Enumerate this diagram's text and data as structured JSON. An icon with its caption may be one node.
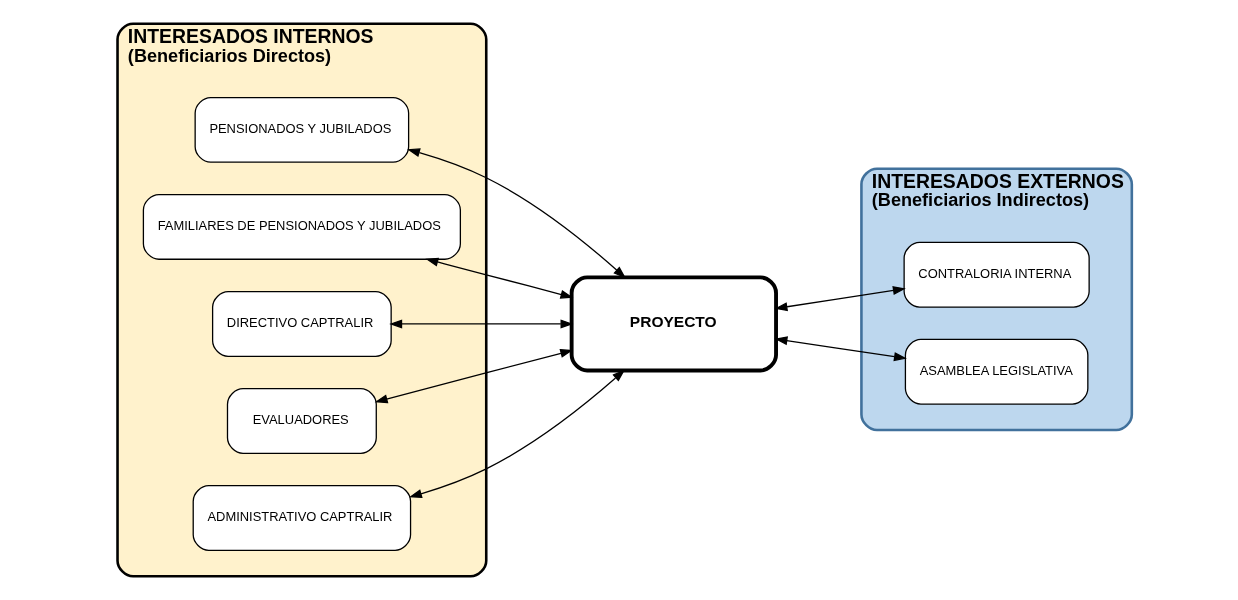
{
  "diagram": {
    "nodes": [
      {
        "text": [
          "INTERESADOS INTERNOS",
          "(Beneficiarios Directos)"
        ]
      },
      {
        "text": [
          "PENSIONADOS Y JUBILADOS"
        ],
        "in": 0
      },
      {
        "text": [
          "FAMILIARES DE PENSIONADOS Y JUBILADOS"
        ],
        "in": 0
      },
      {
        "text": [
          "DIRECTIVO CAPTRALIR"
        ],
        "in": 0
      },
      {
        "text": [
          "EVALUADORES"
        ],
        "in": 0
      },
      {
        "text": [
          "ADMINISTRATIVO CAPTRALIR"
        ],
        "in": 0
      },
      {
        "text": [
          "INTERESADOS EXTERNOS",
          "(Beneficiarios Indirectos)"
        ]
      },
      {
        "text": [
          "CONTRALORIA INTERNA"
        ],
        "in": 6
      },
      {
        "text": [
          "ASAMBLEA LEGISLATIVA"
        ],
        "in": 6
      },
      {
        "text": [
          "PROYECTO"
        ]
      }
    ],
    "edges": [
      {
        "from": 1,
        "to": 9,
        "arrow": "both"
      },
      {
        "from": 2,
        "to": 9,
        "arrow": "both"
      },
      {
        "from": 3,
        "to": 9,
        "arrow": "both"
      },
      {
        "from": 4,
        "to": 9,
        "arrow": "both"
      },
      {
        "from": 5,
        "to": 9,
        "arrow": "both"
      },
      {
        "from": 9,
        "to": 7,
        "arrow": "both"
      },
      {
        "from": 9,
        "to": 8,
        "arrow": "both"
      }
    ]
  }
}
